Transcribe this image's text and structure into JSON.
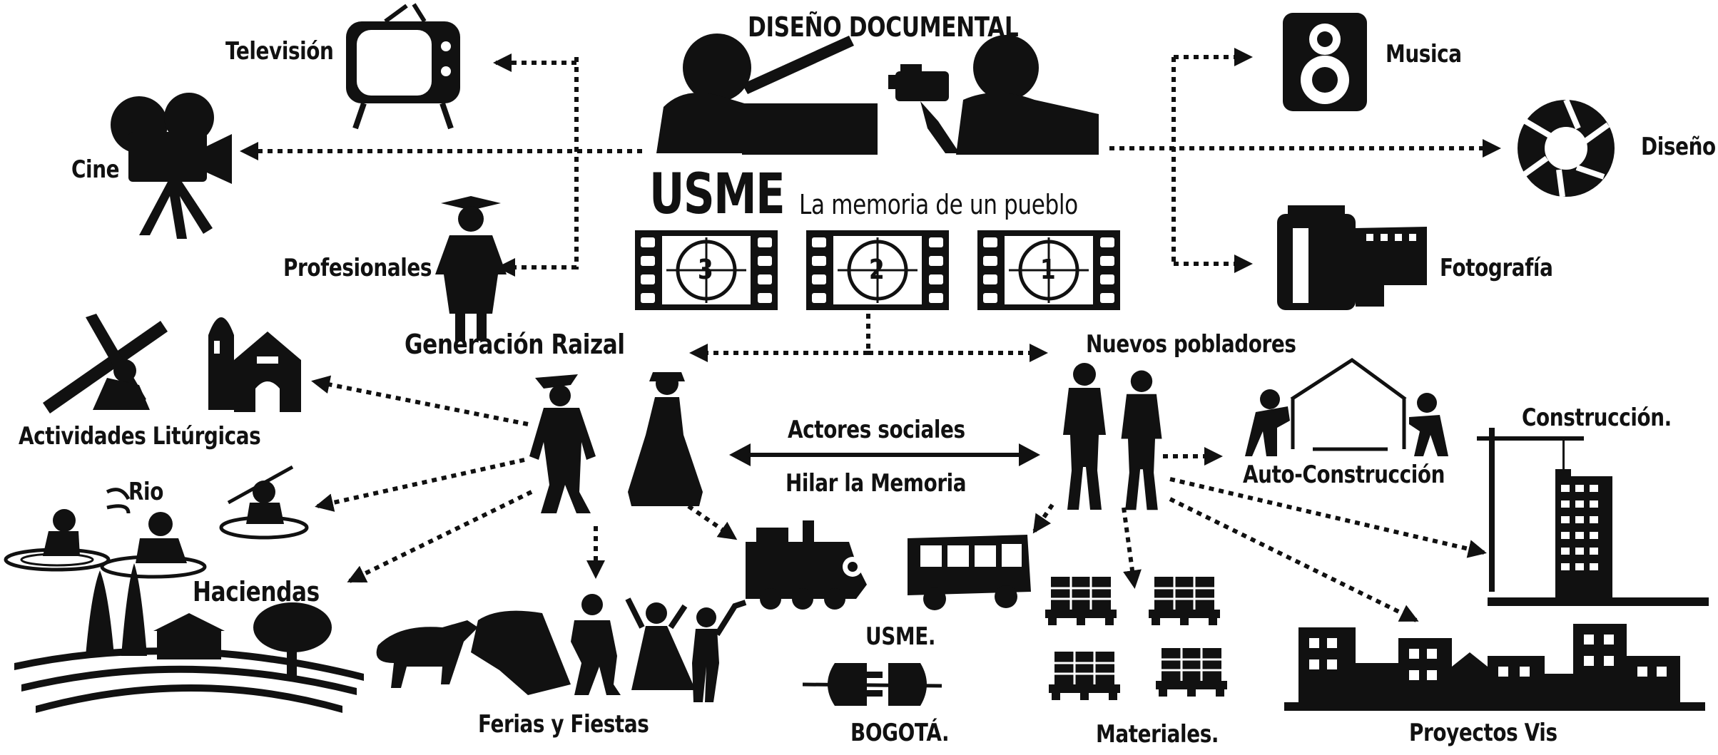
{
  "center": {
    "title": "DISEÑO DOCUMENTAL",
    "usme": "USME",
    "subtitle": "La memoria de un pueblo",
    "countdown": [
      "3",
      "2",
      "1"
    ]
  },
  "media": {
    "television": "Televisión",
    "cine": "Cine",
    "profesionales": "Profesionales",
    "musica": "Musica",
    "diseno": "Diseño",
    "fotografia": "Fotografía"
  },
  "groups": {
    "raizal": "Generación Raizal",
    "nuevos": "Nuevos pobladores",
    "actores": "Actores sociales",
    "hilar": "Hilar la Memoria"
  },
  "raizal_topics": {
    "liturgicas": "Actividades Litúrgicas",
    "rio": "Rio",
    "haciendas": "Haciendas",
    "ferias": "Ferias y Fiestas"
  },
  "connection": {
    "top": "USME.",
    "bottom": "BOGOTÁ."
  },
  "nuevos_topics": {
    "autoconstruccion": "Auto-Construcción",
    "construccion": "Construcción.",
    "materiales": "Materiales.",
    "proyectos": "Proyectos Vis"
  },
  "colors": {
    "ink": "#111111",
    "paper": "#ffffff"
  }
}
